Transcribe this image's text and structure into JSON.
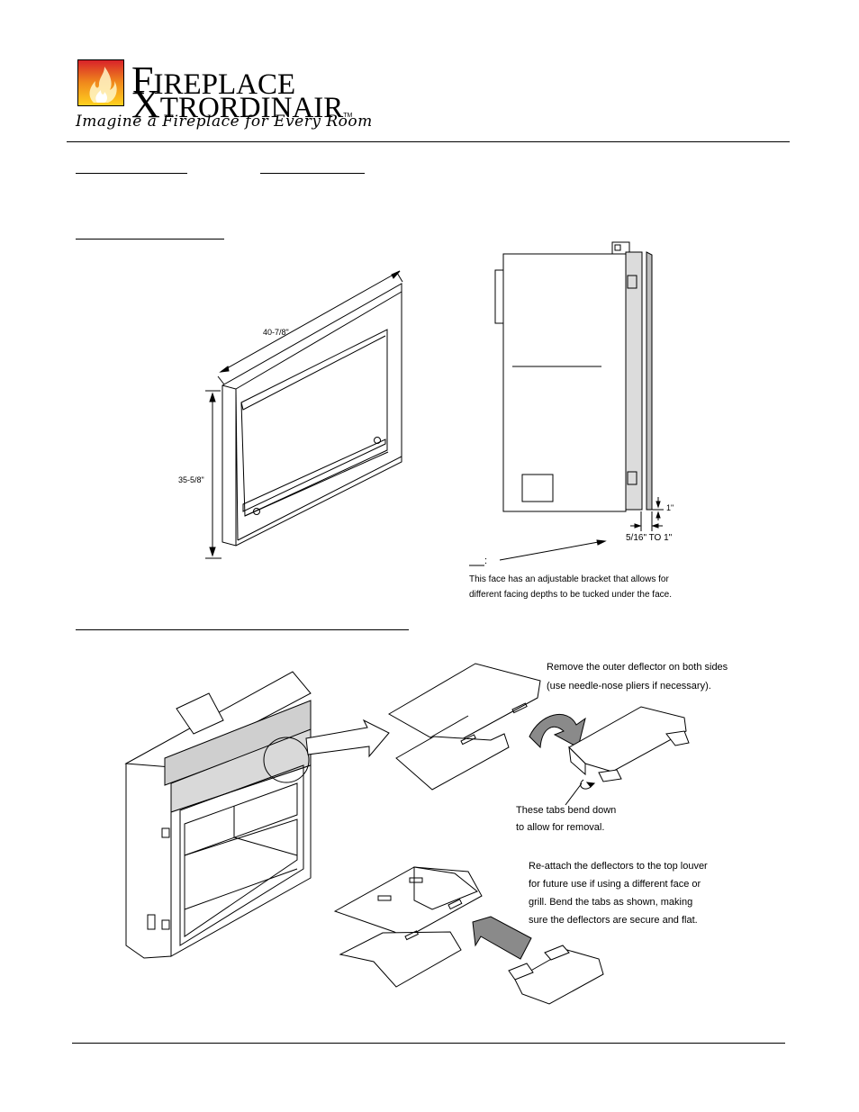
{
  "logo": {
    "line1_first": "F",
    "line1_rest": "IREPLACE",
    "line2_first": "X",
    "line2_rest": "TRORDINAIR",
    "tm": "TM",
    "tagline": "Imagine a Fireplace for Every Room"
  },
  "face_diagram": {
    "width_dim": "40-7/8\"",
    "height_dim": "35-5/8\""
  },
  "side_diagram": {
    "dim_1": "1\"",
    "dim_2": "5/16\" TO 1\"",
    "note_colon": ":",
    "note_line1": "This face has an adjustable bracket that allows for",
    "note_line2": "different facing depths to be tucked under the face."
  },
  "instructions": {
    "remove_line1": "Remove the outer deflector on both sides",
    "remove_line2": "(use needle-nose pliers if necessary).",
    "tabs_line1": "These tabs bend down",
    "tabs_line2": "to allow for removal.",
    "reattach_line1": "Re-attach the deflectors to the top louver",
    "reattach_line2": "for future use if using a different face or",
    "reattach_line3": "grill.  Bend the tabs as shown, making",
    "reattach_line4": "sure the deflectors are secure and flat."
  },
  "colors": {
    "flame_red": "#d8202a",
    "flame_orange": "#f08a1c",
    "flame_yellow": "#ffd21f",
    "arrow_gray": "#8a8a8a",
    "panel_gray": "#cfcfcf"
  }
}
